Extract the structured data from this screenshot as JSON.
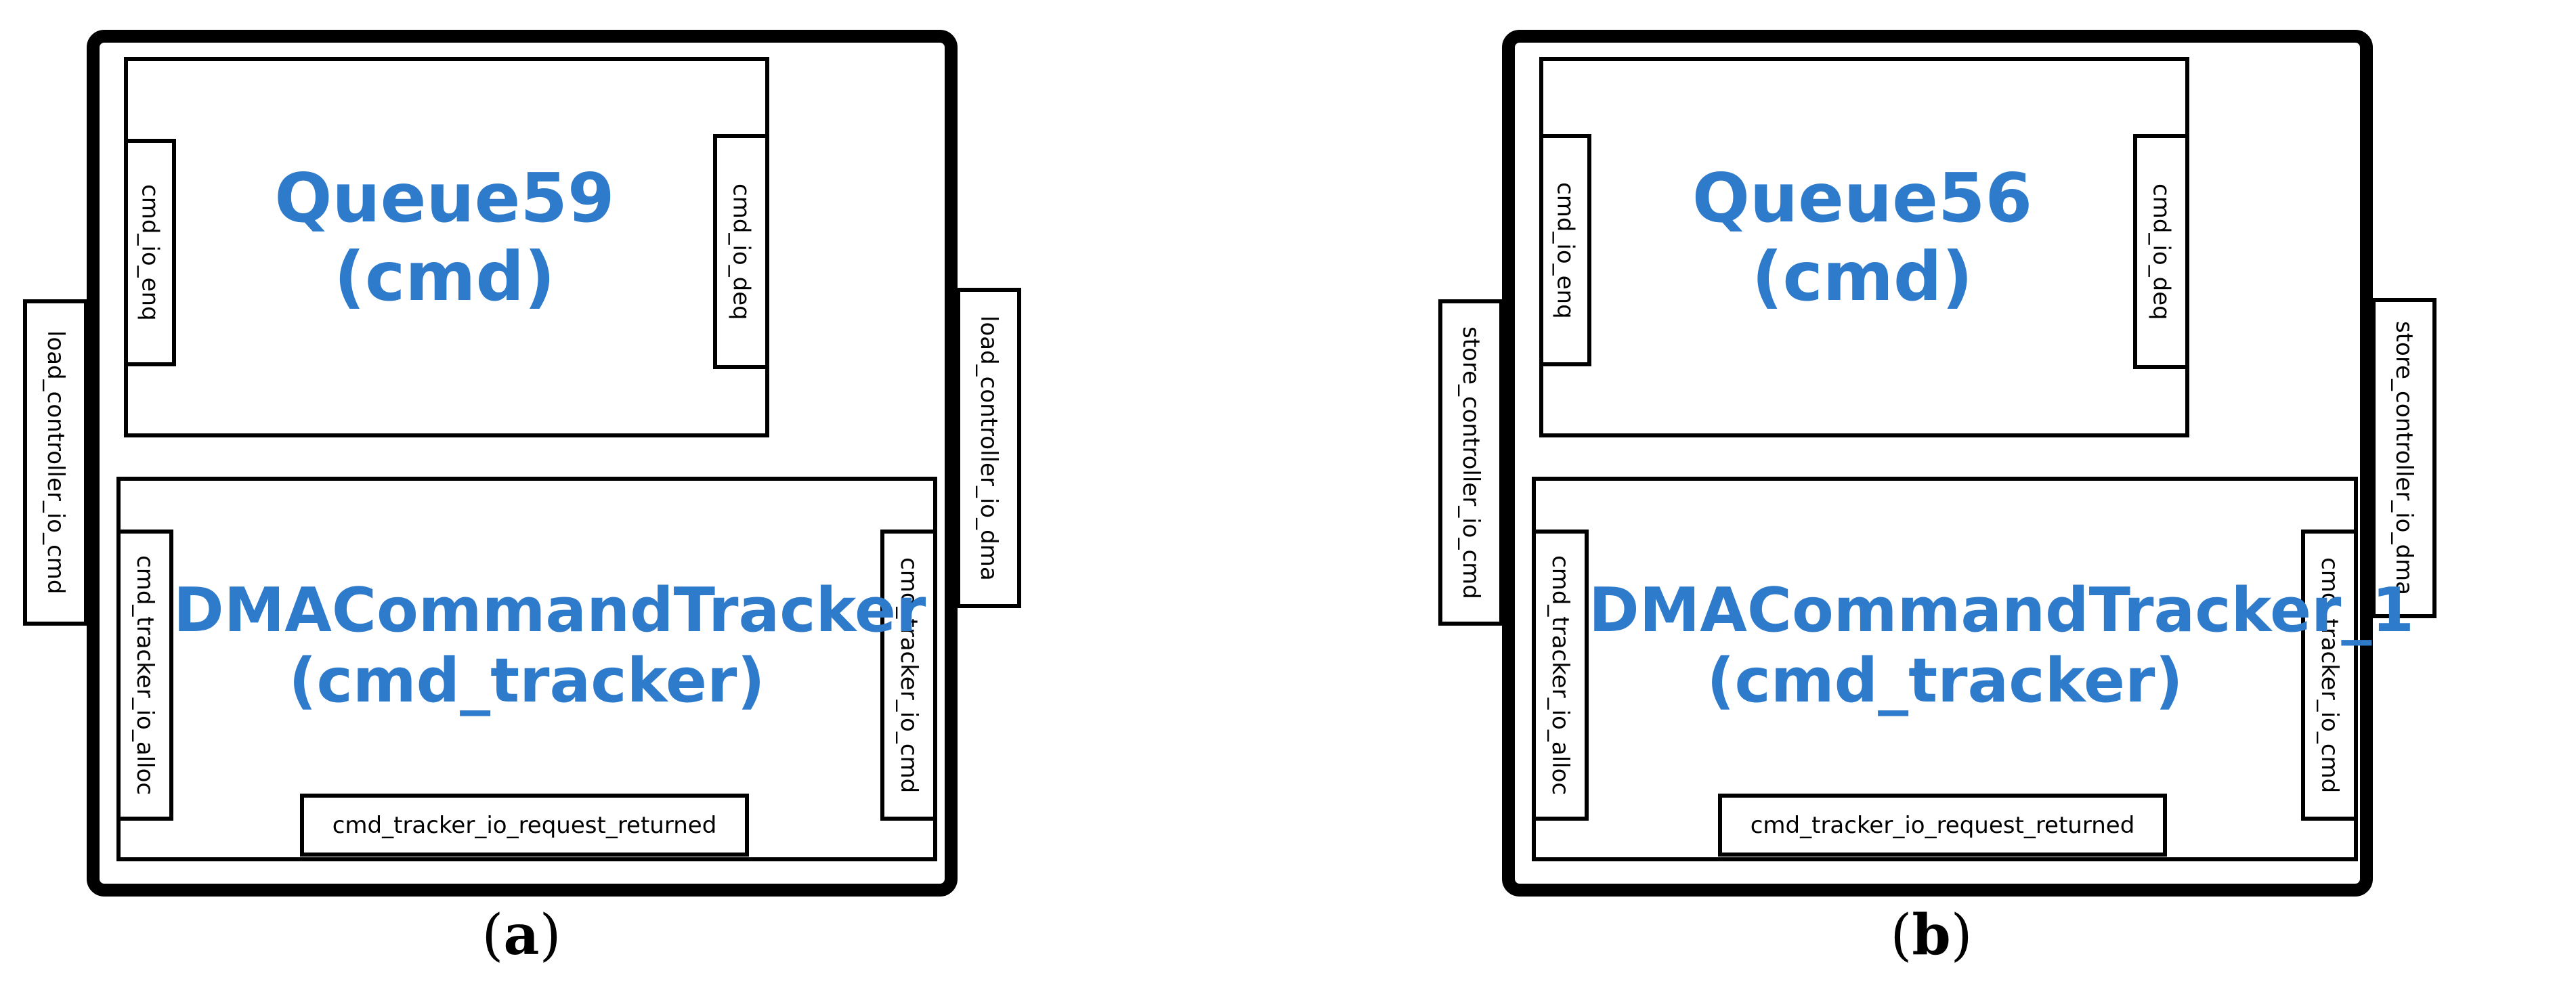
{
  "panels": [
    {
      "caption": {
        "open": "(",
        "letter": "a",
        "close": ")"
      },
      "outer_left_port": "load_controller_io_cmd",
      "outer_right_port": "load_controller_io_dma",
      "queue": {
        "name": "Queue59",
        "instance": "(cmd)",
        "left_port": "cmd_io_enq",
        "right_port": "cmd_io_deq"
      },
      "tracker": {
        "name": "DMACommandTracker",
        "instance": "(cmd_tracker)",
        "left_port": "cmd_tracker_io_alloc",
        "right_port": "cmd_tracker_io_cmd",
        "bottom_port": "cmd_tracker_io_request_returned"
      }
    },
    {
      "caption": {
        "open": "(",
        "letter": "b",
        "close": ")"
      },
      "outer_left_port": "store_controller_io_cmd",
      "outer_right_port": "store_controller_io_dma",
      "queue": {
        "name": "Queue56",
        "instance": "(cmd)",
        "left_port": "cmd_io_enq",
        "right_port": "cmd_io_deq"
      },
      "tracker": {
        "name": "DMACommandTracker_1",
        "instance": "(cmd_tracker)",
        "left_port": "cmd_tracker_io_alloc",
        "right_port": "cmd_tracker_io_cmd",
        "bottom_port": "cmd_tracker_io_request_returned"
      }
    }
  ]
}
